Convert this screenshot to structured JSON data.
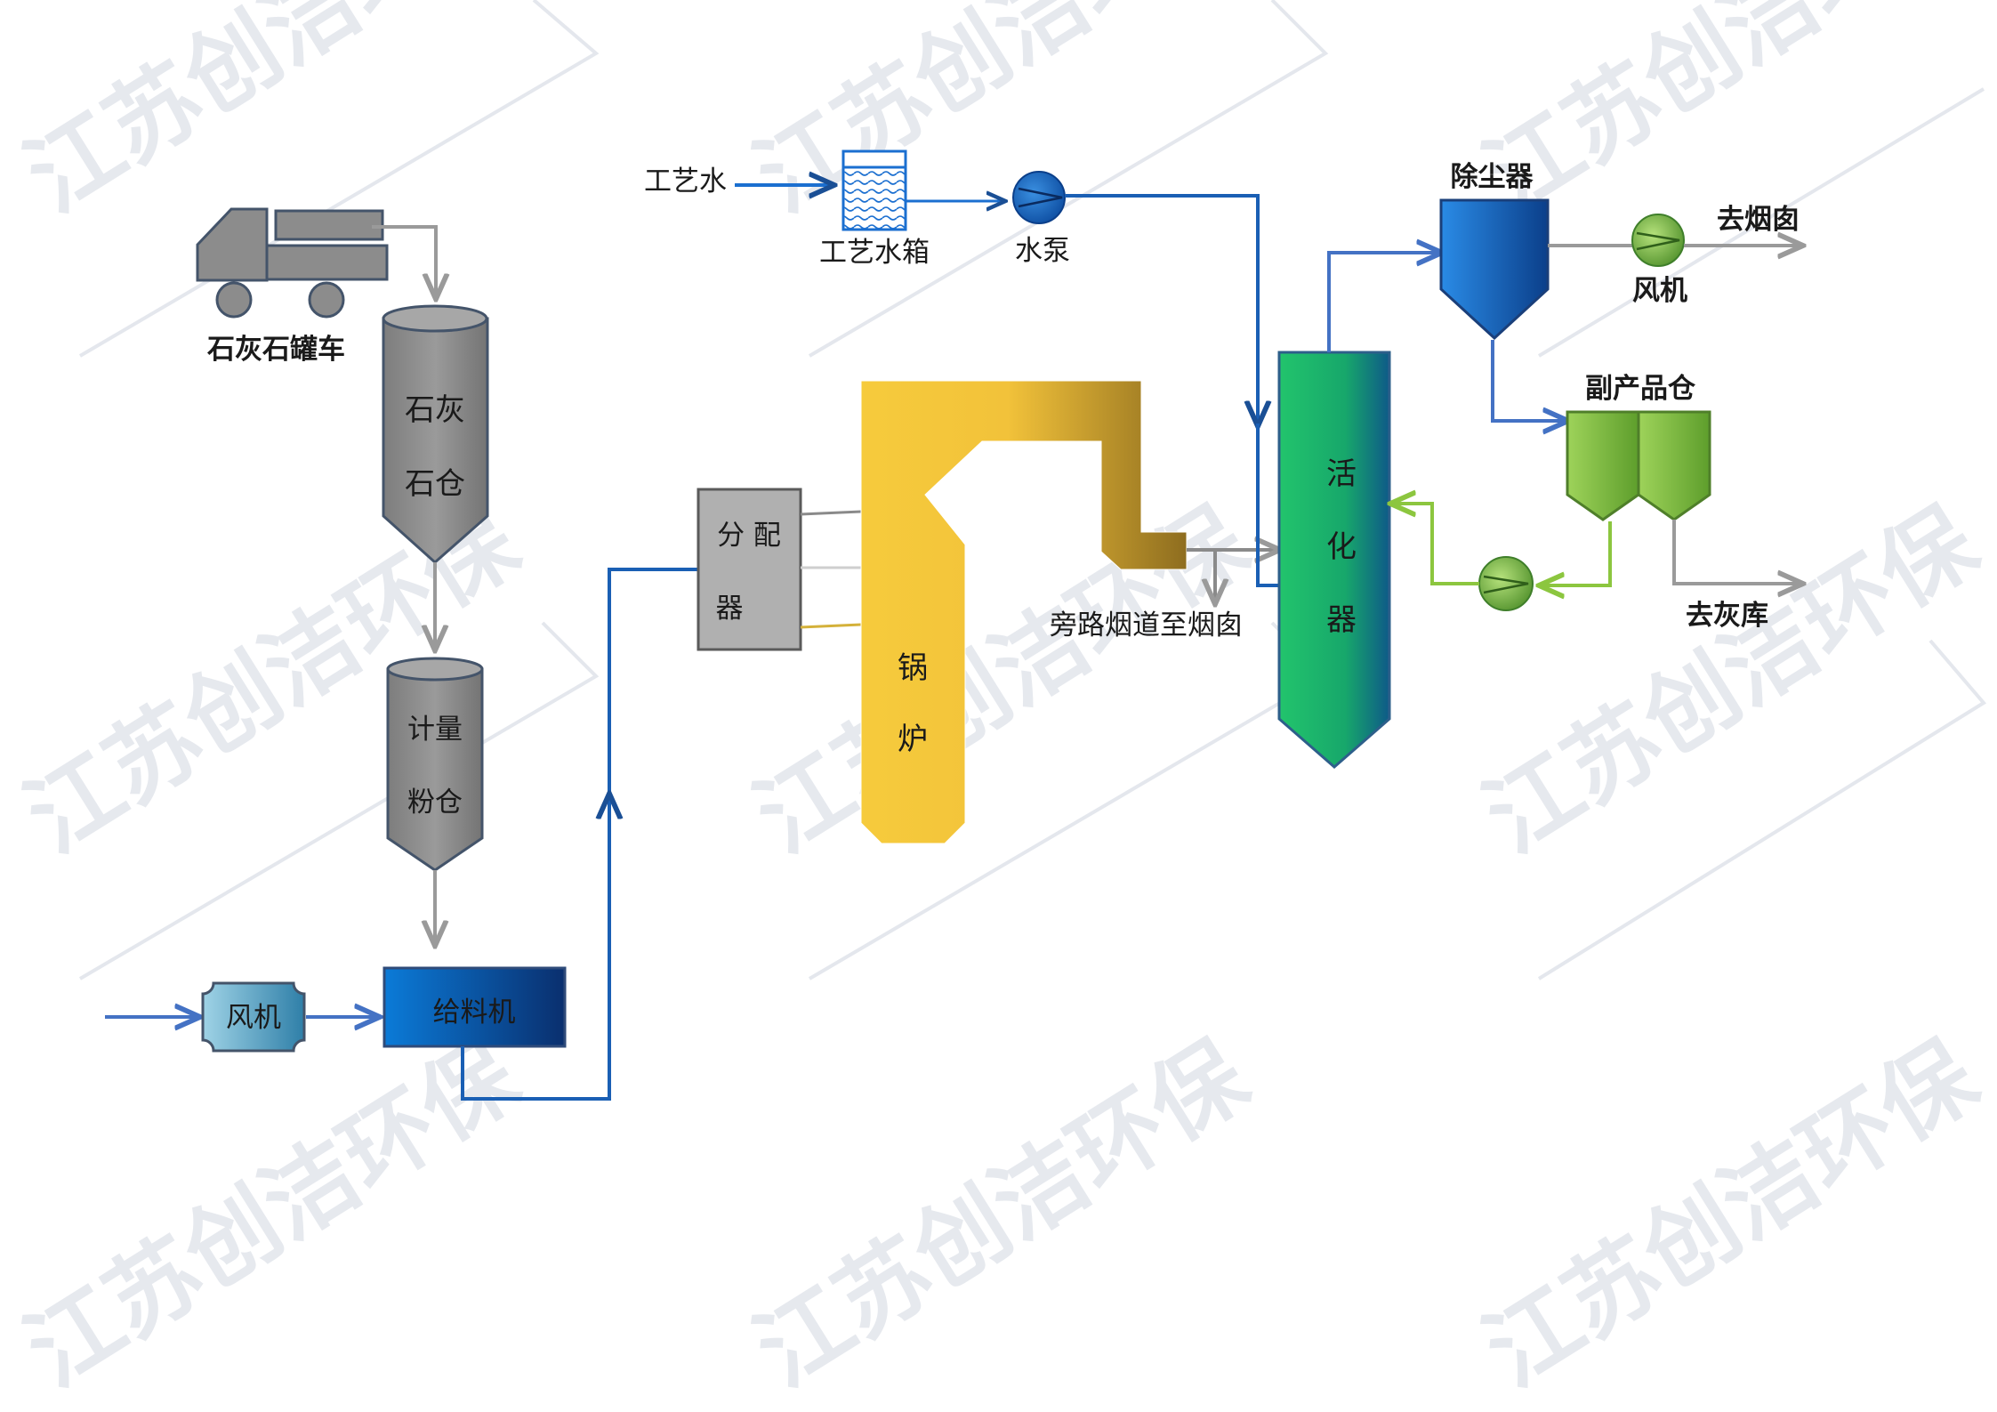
{
  "watermark": "江苏创洁环保",
  "labels": {
    "truck": "石灰石罐车",
    "limestone_silo_1": "石灰",
    "limestone_silo_2": "石仓",
    "metering_1": "计量",
    "metering_2": "粉仓",
    "inlet_fan": "风机",
    "feeder": "给料机",
    "distributor_1": "分 配",
    "distributor_2": "器",
    "boiler_1": "锅",
    "boiler_2": "炉",
    "process_water": "工艺水",
    "water_tank": "工艺水箱",
    "water_pump": "水泵",
    "bypass": "旁路烟道至烟囱",
    "activator_1": "活",
    "activator_2": "化",
    "activator_3": "器",
    "dust_collector": "除尘器",
    "outlet_fan": "风机",
    "to_chimney": "去烟囱",
    "byproduct_silo": "副产品仓",
    "to_ash": "去灰库"
  },
  "colors": {
    "silo_gray": "#8c8c8c",
    "feeder_blue": "#0b5fb8",
    "boiler_yellow": "#f4c430",
    "boiler_gold": "#a8862a",
    "activator_green": "#1fbf6a",
    "dust_blue": "#1f6fd0",
    "byproduct_green": "#86c541",
    "line_gray": "#9a9a9a",
    "line_blue": "#4472c4",
    "line_dark_blue": "#1a4f95",
    "line_green": "#8cc63f"
  }
}
